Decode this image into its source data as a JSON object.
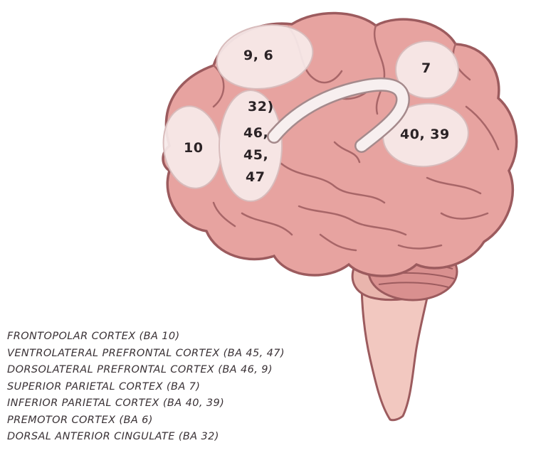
{
  "regions": [
    {
      "id": "ba-10",
      "label": "10"
    },
    {
      "id": "ba-9-6",
      "label": "9, 6"
    },
    {
      "id": "ba-7",
      "label": "7"
    },
    {
      "id": "ba-32",
      "label": "32)"
    },
    {
      "id": "ba-46",
      "label": "46,"
    },
    {
      "id": "ba-45",
      "label": "45,"
    },
    {
      "id": "ba-47",
      "label": "47"
    },
    {
      "id": "ba-40-39",
      "label": "40, 39"
    }
  ],
  "legend": [
    "FRONTOPOLAR CORTEX (BA 10)",
    "VENTROLATERAL PREFRONTAL CORTEX (BA 45, 47)",
    "DORSOLATERAL PREFRONTAL CORTEX (BA 46, 9)",
    "SUPERIOR PARIETAL CORTEX (BA 7)",
    "INFERIOR PARIETAL CORTEX (BA 40, 39)",
    "PREMOTOR CORTEX (BA 6)",
    "DORSAL ANTERIOR CINGULATE (BA 32)"
  ],
  "colors": {
    "brain_fill": "#e7a3a0",
    "brain_outline": "#9c5b5e",
    "cerebellum_fill": "#d9908f",
    "stem_fill": "#f2c8c0",
    "region_fill": "#f6eaea",
    "arc_fill": "#f7efef",
    "text": "#2b2326"
  }
}
